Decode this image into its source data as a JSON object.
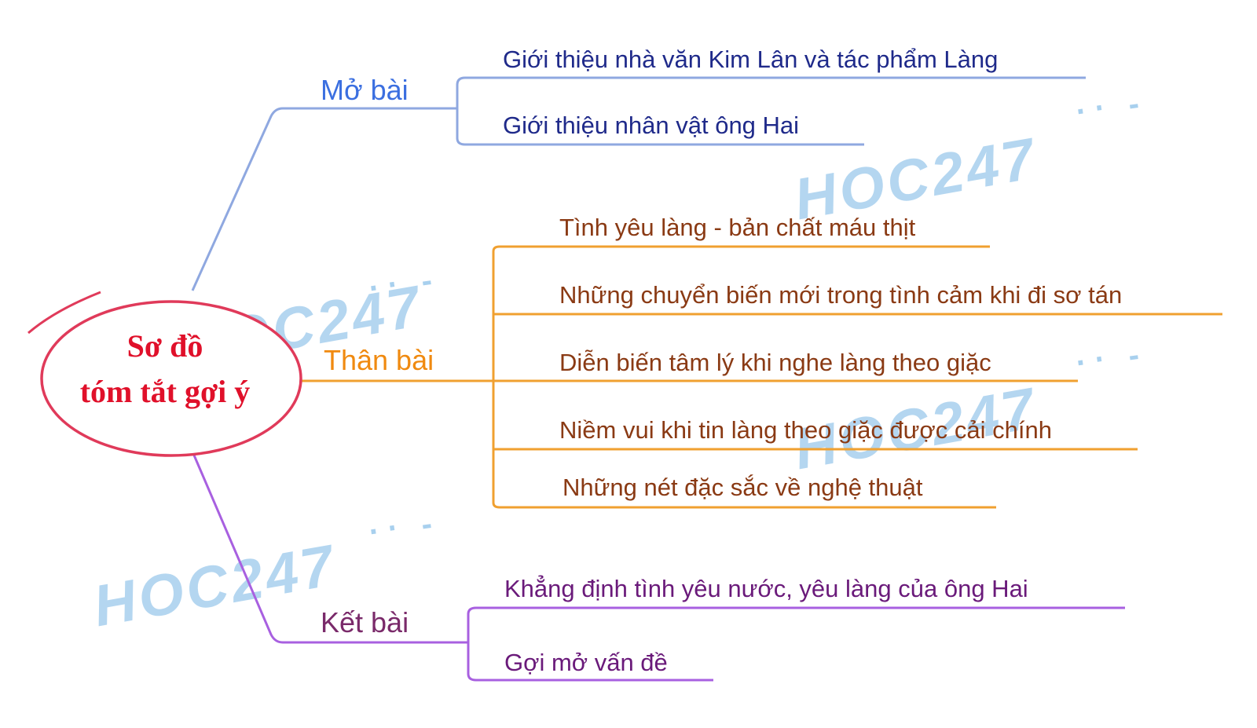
{
  "center": {
    "line1": "Sơ đồ",
    "line2": "tóm tắt gợi ý"
  },
  "branches": {
    "mo_bai": {
      "label": "Mở bài",
      "items": [
        "Giới thiệu nhà văn Kim Lân và tác phẩm Làng",
        "Giới thiệu nhân vật ông Hai"
      ]
    },
    "than_bai": {
      "label": "Thân bài",
      "items": [
        "Tình yêu làng - bản chất máu thịt",
        "Những chuyển biến mới trong tình cảm khi đi sơ tán",
        "Diễn biến tâm lý khi nghe làng theo giặc",
        "Niềm vui khi tin làng theo giặc được cải chính",
        "Những nét đặc sắc về nghệ thuật"
      ]
    },
    "ket_bai": {
      "label": "Kết bài",
      "items": [
        "Khẳng định tình yêu nước, yêu làng của ông Hai",
        "Gợi mở vấn đề"
      ]
    }
  },
  "watermark": {
    "text": "HOC247"
  },
  "colors": {
    "center_border": "#e03a5a",
    "center_text": "#e0102a",
    "mo_bai_branch": "#3b6fe0",
    "mo_bai_line": "#8fa8e0",
    "mo_bai_item": "#1f2a8a",
    "than_bai_branch": "#f08a10",
    "than_bai_line": "#f0a030",
    "than_bai_item": "#8a3a14",
    "ket_bai_branch": "#7a2a6a",
    "ket_bai_line": "#a860e0",
    "ket_bai_item": "#6a1a7a",
    "watermark": "#a8d0ee"
  }
}
